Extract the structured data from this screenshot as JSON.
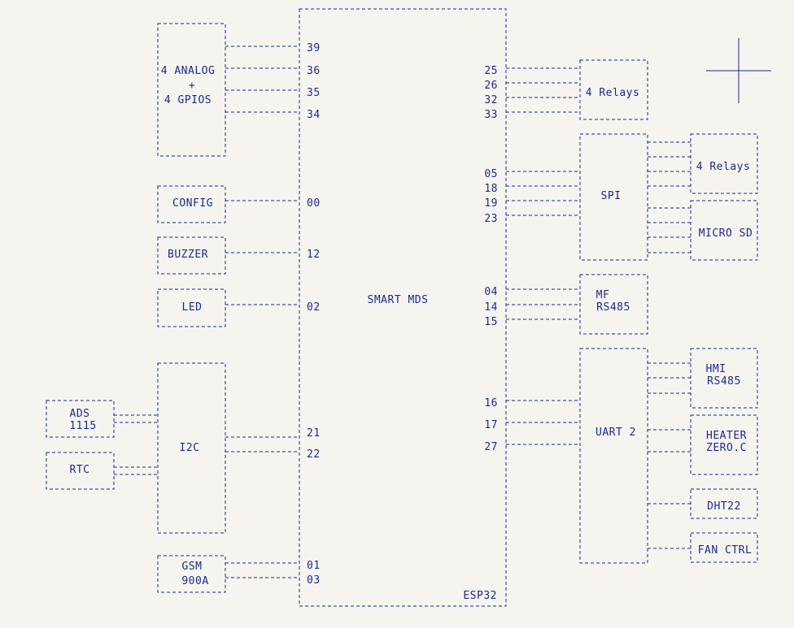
{
  "chip": {
    "title": "SMART MDS",
    "part": "ESP32"
  },
  "left_pins": [
    "39",
    "36",
    "35",
    "34",
    "00",
    "12",
    "02",
    "21",
    "22",
    "01",
    "03"
  ],
  "right_pins": [
    "25",
    "26",
    "32",
    "33",
    "05",
    "18",
    "19",
    "23",
    "04",
    "14",
    "15",
    "16",
    "17",
    "27"
  ],
  "blocks": {
    "analog": [
      "4 ANALOG",
      "+",
      "4 GPIOS"
    ],
    "config": "CONFIG",
    "buzzer": "BUZZER",
    "led": "LED",
    "i2c": "I2C",
    "ads": [
      "ADS",
      "1115"
    ],
    "rtc": "RTC",
    "gsm": [
      "GSM",
      "900A"
    ],
    "relays_a": "4 Relays",
    "spi": "SPI",
    "relays_b": "4 Relays",
    "microsd": "MICRO SD",
    "mf": [
      "MF",
      "RS485"
    ],
    "uart": "UART 2",
    "hmi": [
      "HMI",
      "RS485"
    ],
    "heater": [
      "HEATER",
      "ZERO.C"
    ],
    "dht": "DHT22",
    "fan": "FAN CTRL"
  }
}
